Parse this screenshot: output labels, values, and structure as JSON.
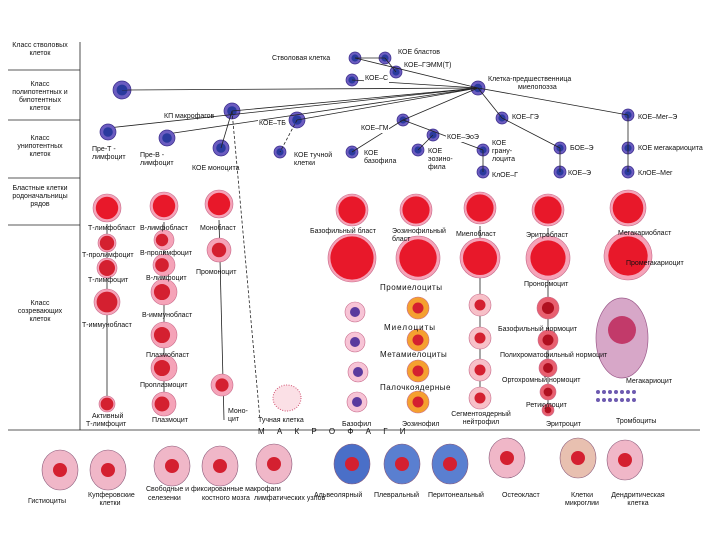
{
  "colors": {
    "cytoplasm": "#f5a3b8",
    "nucleus": "#d42030",
    "blast": "#e8182a",
    "stem": "#6b5cc0",
    "stemNucleus": "#2a3a9e",
    "bg": "#ffffff"
  },
  "classes": {
    "stem": "Класс стволовых клеток",
    "poly": "Класс полипотентных и бипотентных клеток",
    "uni": "Класс унипотентных клеток",
    "blast": "Бластные клетки родоначальницы рядов",
    "mature": "Класс созревающих клеток"
  },
  "top": {
    "stem_cell": "Стволовая клетка",
    "koe_blast": "КОЕ бластов",
    "koe_gemm": "КОЕ–ГЭММ(Т)",
    "koe_s": "КОЕ–С",
    "myelo_line1": "Клетка-предшественница",
    "myelo_line2": "миелопоэза",
    "kp_macro": "КП макрофагов",
    "koe_tb": "КОЕ–ТБ",
    "koe_gm": "КОЕ–ГМ",
    "koe_ge": "КОЕ–ГЭ",
    "koe_eoe": "КОЕ–ЭоЭ",
    "koe_megE": "КОЕ–Мег–Э"
  },
  "uni": {
    "pre_t": "Пре-Т - лимфоцит",
    "pre_b": "Пре-В - лимфоцит",
    "koe_mono": "КОЕ моноцита",
    "koe_tuch": "КОЕ тучной клетки",
    "koe_baz": "КОЕ базофила",
    "koe_eos": "КОЕ эозино- фила",
    "koe_gran": "КОЕ грану- лоцита",
    "boe_e": "БОЕ–Э",
    "koe_meg": "КОЕ мегакариоцита",
    "kloe_g": "КлОЕ–Г",
    "koe_e": "КОЕ–Э",
    "kloe_meg": "КлОЕ–Мег"
  },
  "blasts": {
    "t_lymphoblast": "Т-лимфобласт",
    "b_lymphoblast": "В-лимфобласт",
    "monoblast": "Монобласт",
    "baso_blast": "Базофильный бласт",
    "eos_blast": "Эозинофильный бласт",
    "myeloblast": "Миелобласт",
    "erythroblast": "Эритробласт",
    "megakaryoblast": "Мегакариобласт"
  },
  "mature": {
    "t_prolymph": "Т-пролимфоцит",
    "t_lymph": "Т-лимфоцит",
    "t_immunoblast": "Т-иммунобласт",
    "active_t_1": "Активный",
    "active_t_2": "Т-лимфоцит",
    "b_prolymph": "В-пролимфоцит",
    "b_lymph": "В-лимфоцит",
    "b_immunoblast": "В-иммунобласт",
    "plasmablast": "Плазмобласт",
    "proplasmocyte": "Проплазмоцит",
    "plasmocyte": "Плазмоцит",
    "promonocyte": "Промоноцит",
    "monocyte": "Моно- цит",
    "mast": "Тучная клетка",
    "promyelocytes": "Промиелоциты",
    "myelocytes": "Миелоциты",
    "metamyelocytes": "Метамиелоциты",
    "band": "Палочкоядерные",
    "basophil": "Базофил",
    "eosinophil": "Эозинофил",
    "neutrophil": "Сегментоядерный нейтрофил",
    "pronormocyte": "Пронормоцит",
    "baso_normo": "Базофильный нормоцит",
    "poly_normo": "Полихроматофильный нормоцит",
    "ortho_normo": "Ортохромный нормоцит",
    "reticulocyte": "Ретикулоцит",
    "erythrocyte": "Эритроцит",
    "promegakaryocyte": "Промегакариоцит",
    "megakaryocyte": "Мегакариоцит",
    "thrombocytes": "Тромбоциты"
  },
  "macrophages": {
    "header": "М А К Р О Ф А Г И",
    "histiocytes": "Гистиоциты",
    "kupffer": "Купферовские клетки",
    "free_fixed": "Свободные и фиксированные макрофаги",
    "spleen": "селезенки",
    "bone_marrow": "костного мозга",
    "lymph_nodes": "лимфатических узлов",
    "alveolar": "Альвеолярный",
    "pleural": "Плевральный",
    "peritoneal": "Перитонеальный",
    "osteoclast": "Остеокласт",
    "microglia": "Клетки микроглии",
    "dendritic": "Дендритическая клетка"
  }
}
